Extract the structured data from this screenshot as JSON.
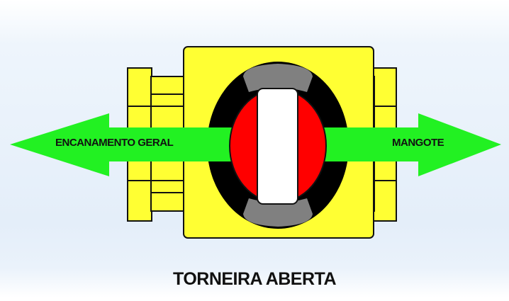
{
  "diagram": {
    "left_arrow_label": "ENCANAMENTO GERAL",
    "right_arrow_label": "MANGOTE",
    "caption": "TORNEIRA ABERTA",
    "colors": {
      "background_top": "#e8f1fb",
      "valve_body": "#ffff33",
      "valve_outline": "#111111",
      "arrow": "#22f122",
      "ball": "#ff0000",
      "bore": "#ffffff",
      "seat": "#808080",
      "housing_ring": "#000000"
    }
  }
}
